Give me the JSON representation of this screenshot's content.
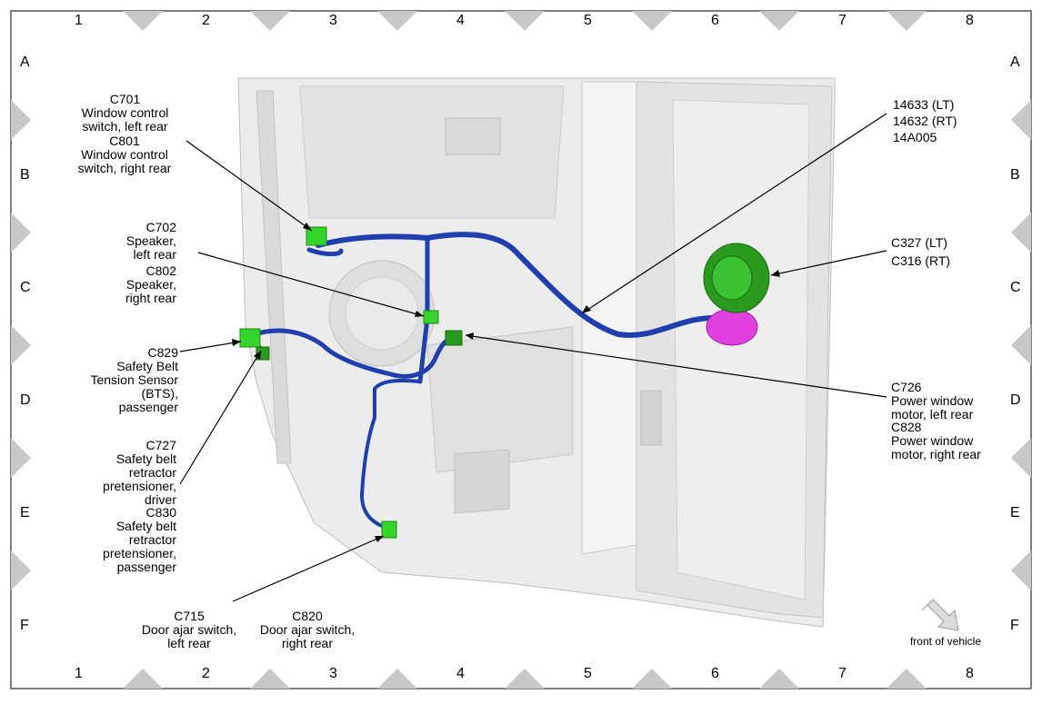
{
  "grid": {
    "columns": [
      "1",
      "2",
      "3",
      "4",
      "5",
      "6",
      "7",
      "8"
    ],
    "rows": [
      "A",
      "B",
      "C",
      "D",
      "E",
      "F"
    ]
  },
  "callouts": {
    "c701": "C701\nWindow control\nswitch, left rear",
    "c801": "C801\nWindow control\nswitch, right rear",
    "c702": "C702\nSpeaker,\nleft rear",
    "c802": "C802\nSpeaker,\nright rear",
    "c829": "C829\nSafety Belt\nTension Sensor\n(BTS),\npassenger",
    "c727": "C727\nSafety belt\nretractor\npretensioner,\ndriver",
    "c830": "C830\nSafety belt\nretractor\npretensioner,\npassenger",
    "c715": "C715\nDoor ajar switch,\nleft rear",
    "c820": "C820\nDoor ajar switch,\nright rear",
    "harness": "14633  (LT)\n14632  (RT)\n14A005",
    "c327": "C327  (LT)\nC316  (RT)",
    "c726": "C726\nPower window\nmotor, left rear",
    "c828": "C828\nPower window\nmotor, right rear"
  },
  "orientation_label": "front of vehicle",
  "colors": {
    "harness": "#1f3fae",
    "connector": "#35d42a",
    "grommet_green": "#2a9a1e",
    "grommet_magenta": "#e040e0",
    "panel": "#e8e8e8",
    "border": "#555555"
  }
}
